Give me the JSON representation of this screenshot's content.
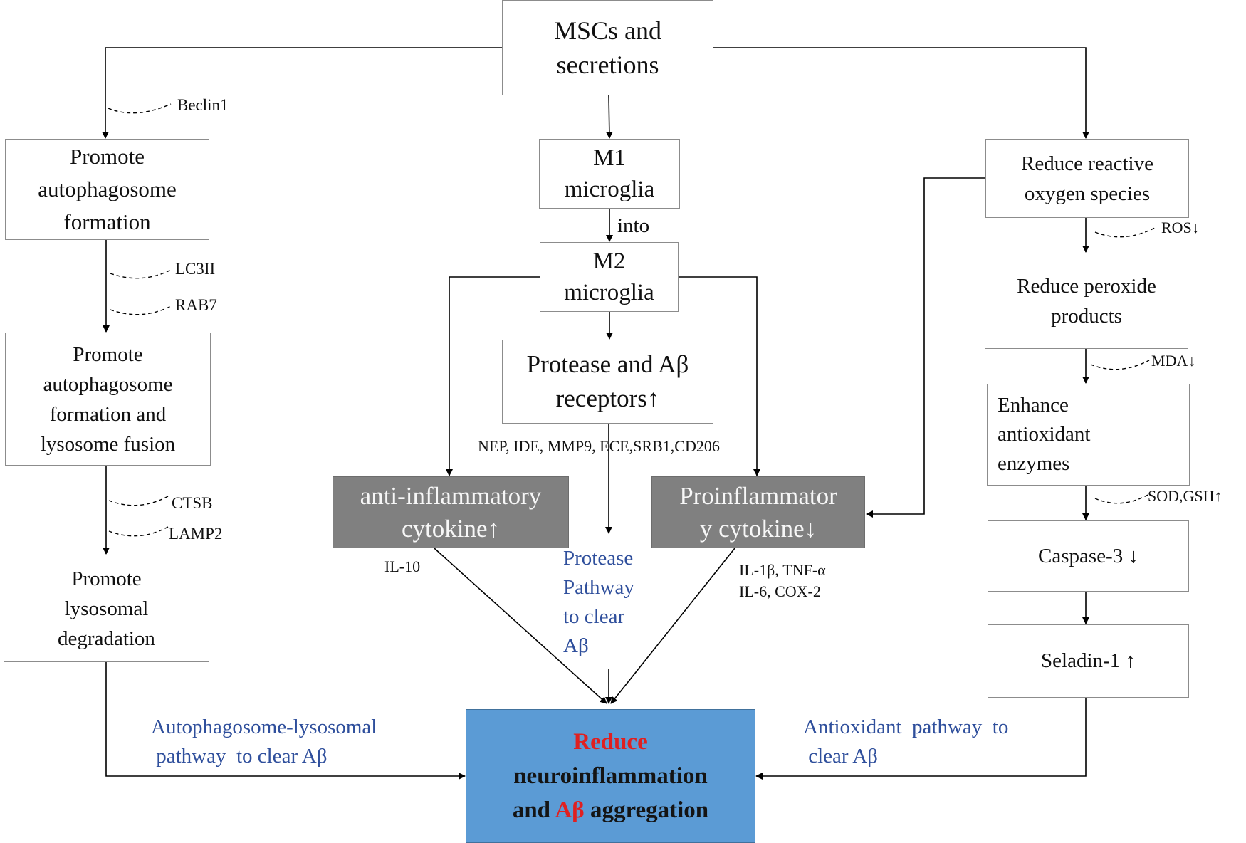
{
  "boxes": {
    "source": [
      "MSCs and",
      "secretions"
    ],
    "autophagosome_formation": [
      "Promote",
      "autophagosome",
      "formation"
    ],
    "fusion": [
      "Promote",
      "autophagosome",
      "formation and",
      "lysosome  fusion"
    ],
    "lysosomal_degradation": [
      "Promote",
      "lysosomal",
      "degradation"
    ],
    "m1": [
      "M1",
      "microglia"
    ],
    "m2": [
      "M2",
      "microglia"
    ],
    "protease": [
      "Protease and Aβ",
      "receptors↑"
    ],
    "anti_inflammatory": [
      "anti-inflammatory",
      "cytokine↑"
    ],
    "proinflammatory": [
      "Proinflammator",
      "y cytokine↓"
    ],
    "reduce_ros": [
      "Reduce reactive",
      "oxygen  species"
    ],
    "reduce_peroxide": [
      "Reduce peroxide",
      "products"
    ],
    "antioxidant_enzymes": [
      "Enhance",
      "antioxidant",
      "enzymes"
    ],
    "caspase": "Caspase-3  ↓",
    "seladin": "Seladin-1  ↑",
    "final": {
      "line1": "Reduce",
      "line2": "neuroinflammation",
      "line3_prefix": "and ",
      "line3_highlight": "Aβ",
      "line3_suffix": " aggregation"
    }
  },
  "markers": {
    "beclin1": "Beclin1",
    "lc3ii": "LC3II",
    "rab7": "RAB7",
    "ctsb": "CTSB",
    "lamp2": "LAMP2",
    "into": "into",
    "protease_list": "NEP, IDE, MMP9, ECE,SRB1,CD206",
    "il10": "IL-10",
    "il1b_tnf": "IL-1β,  TNF-α",
    "il6_cox2": "IL-6,  COX-2",
    "ros": "ROS↓",
    "mda": "MDA↓",
    "sod_gsh": "SOD,GSH↑"
  },
  "pathways": {
    "autophagosome": [
      "Autophagosome-lysosomal",
      " pathway  to clear Aβ"
    ],
    "protease": [
      "Protease",
      "Pathway",
      "to clear",
      "Aβ"
    ],
    "antioxidant": [
      "Antioxidant  pathway  to",
      " clear Aβ"
    ]
  },
  "colors": {
    "box_border": "#8c8c8c",
    "gray_box": "#808080",
    "final_box": "#5b9bd5",
    "highlight_red": "#e02020",
    "pathway_blue": "#2f4f9c"
  }
}
